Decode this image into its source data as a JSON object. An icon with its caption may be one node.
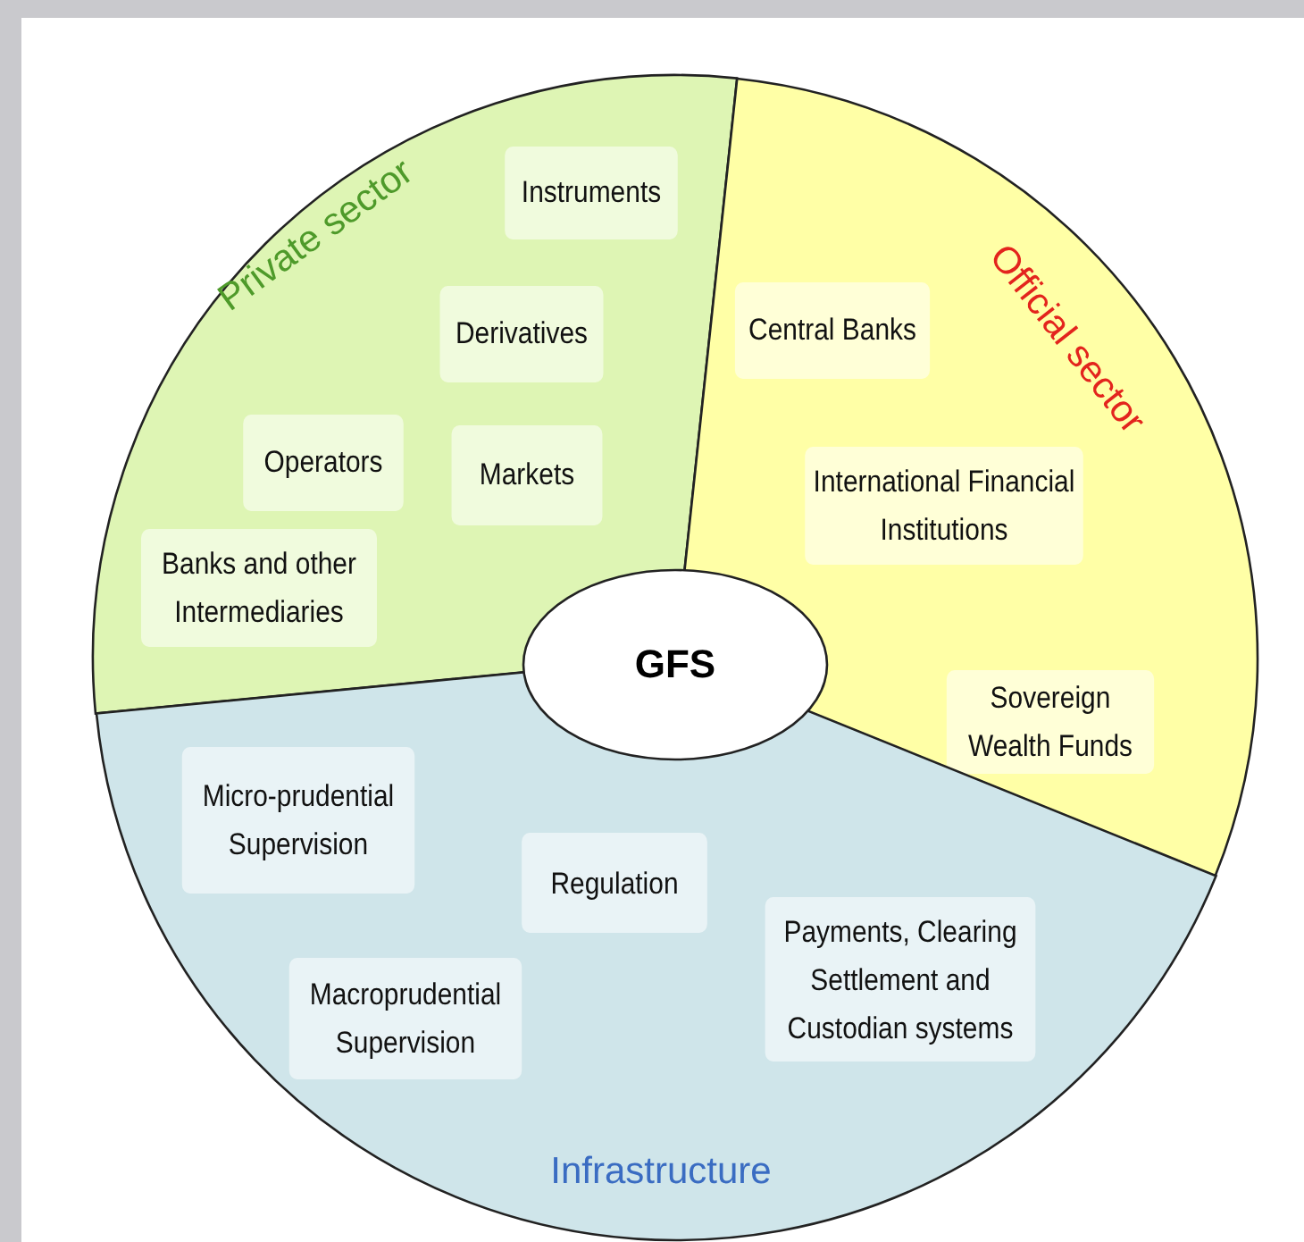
{
  "diagram": {
    "nodes": [
      {
        "text": [
          "Private sector"
        ]
      },
      {
        "text": [
          "Instruments"
        ],
        "in": 0
      },
      {
        "text": [
          "Derivatives"
        ],
        "in": 0
      },
      {
        "text": [
          "Operators"
        ],
        "in": 0
      },
      {
        "text": [
          "Markets"
        ],
        "in": 0
      },
      {
        "text": [
          "Banks and other Intermediaries"
        ],
        "in": 0
      },
      {
        "text": [
          "Official sector"
        ]
      },
      {
        "text": [
          "Central Banks"
        ],
        "in": 6
      },
      {
        "text": [
          "International Financial Institutions"
        ],
        "in": 6
      },
      {
        "text": [
          "Sovereign Wealth Funds"
        ],
        "in": 6
      },
      {
        "text": [
          "GFS"
        ]
      },
      {
        "text": [
          "Infrastructure"
        ]
      },
      {
        "text": [
          "Micro-prudential Supervision"
        ],
        "in": 11
      },
      {
        "text": [
          "Regulation"
        ],
        "in": 11
      },
      {
        "text": [
          "Macroprudential Supervision"
        ],
        "in": 11
      },
      {
        "text": [
          "Payments, Clearing Settlement and Custodian systems"
        ],
        "in": 11
      }
    ],
    "edges": []
  }
}
